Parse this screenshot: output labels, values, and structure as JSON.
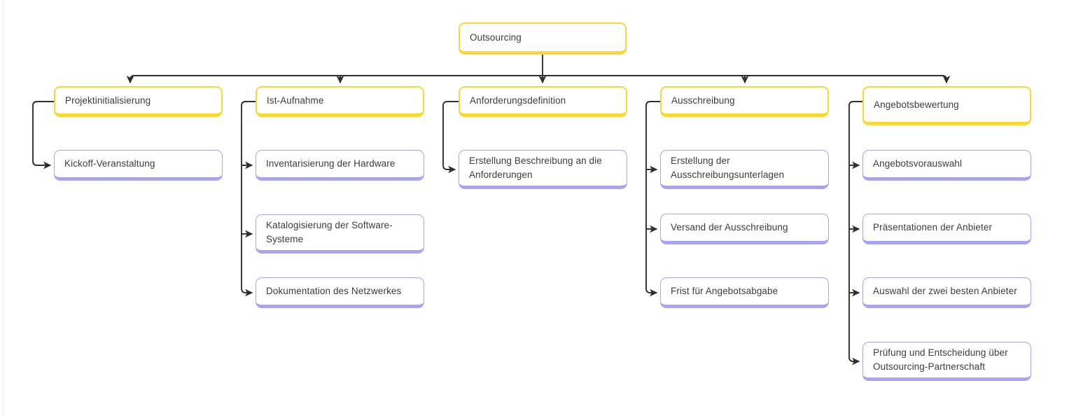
{
  "diagram": {
    "title": "Outsourcing",
    "type": "hierarchy-tree",
    "colors": {
      "phase_border": "#fcd734",
      "task_border": "#a8a3f7",
      "edge": "#2f2f33",
      "text": "#3b3b41",
      "background": "#ffffff"
    },
    "root": {
      "label": "Outsourcing"
    },
    "branches": [
      {
        "phase": "Projektinitialisierung",
        "tasks": [
          "Kickoff-Veranstaltung"
        ]
      },
      {
        "phase": "Ist-Aufnahme",
        "tasks": [
          "Inventarisierung der Hardware",
          "Katalogisierung der Software-\nSysteme",
          "Dokumentation des Netzwerkes"
        ]
      },
      {
        "phase": "Anforderungsdefinition",
        "tasks": [
          "Erstellung Beschreibung an die\nAnforderungen"
        ]
      },
      {
        "phase": "Ausschreibung",
        "tasks": [
          "Erstellung der\nAusschreibungsunterlagen",
          "Versand der Ausschreibung",
          "Frist für Angebotsabgabe"
        ]
      },
      {
        "phase": "Angebotsbewertung",
        "tasks": [
          "Angebotsvorauswahl",
          "Präsentationen der Anbieter",
          "Auswahl der zwei besten Anbieter",
          "Prüfung und Entscheidung über\nOutsourcing-Partnerschaft"
        ]
      }
    ]
  }
}
